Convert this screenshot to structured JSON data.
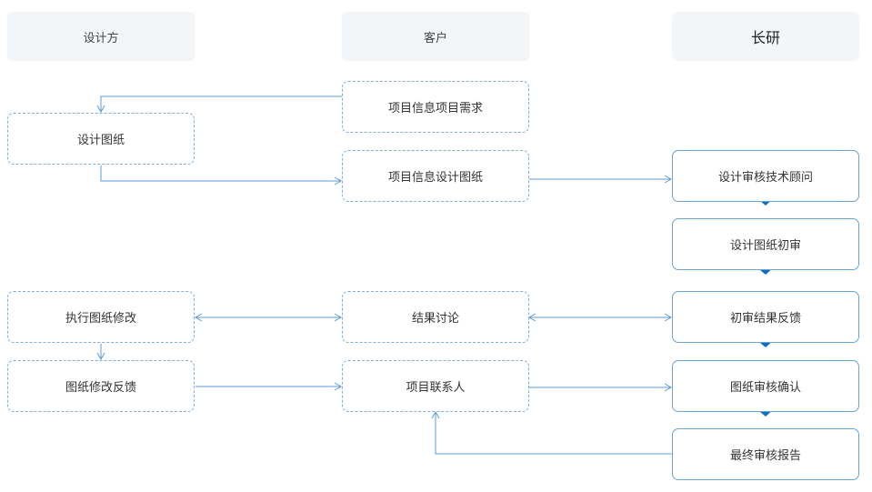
{
  "columns": {
    "designer": "设计方",
    "client": "客户",
    "changyan": "长研"
  },
  "designer_steps": {
    "drawings": "设计图纸",
    "revise": "执行图纸修改",
    "feedback": "图纸修改反馈"
  },
  "client_steps": {
    "requirements": "项目信息项目需求",
    "design_drawings": "项目信息设计图纸",
    "discussion": "结果讨论",
    "contact": "项目联系人"
  },
  "review_steps": {
    "consultant": "设计审核技术顾问",
    "initial_review": "设计图纸初审",
    "initial_feedback": "初审结果反馈",
    "confirm": "图纸审核确认",
    "final_report": "最终审核报告"
  },
  "colors": {
    "line": "#5b9bd5",
    "arrow_fill": "#0d6fbf",
    "header_bg": "#f3f6f9"
  }
}
